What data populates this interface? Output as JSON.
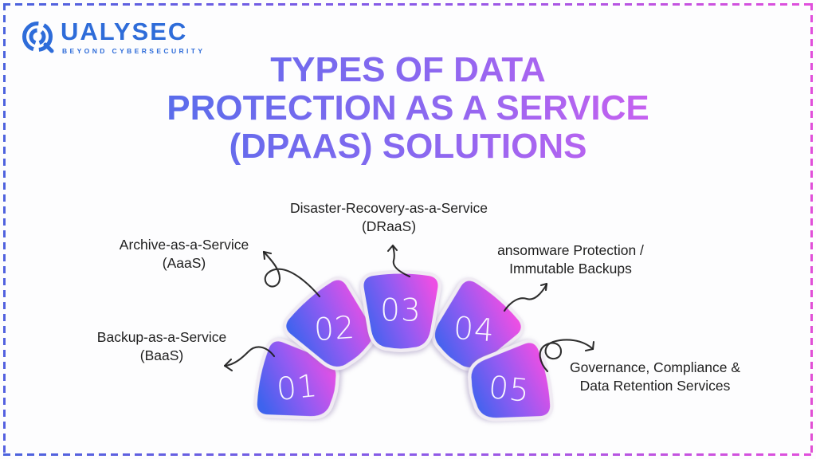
{
  "page": {
    "background": "#fdfdfe",
    "border": {
      "left_color": "#4b63dd",
      "right_color": "#e14fdc",
      "style": "dashed"
    }
  },
  "logo": {
    "brand": "QUALYSEC",
    "brand_rest": "UALYSEC",
    "tagline": "BEYOND CYBERSECURITY",
    "color": "#2e6cd9",
    "icon": "segmented-q-ring-icon"
  },
  "title": {
    "lines": [
      "TYPES OF DATA",
      "PROTECTION AS A SERVICE",
      "(DPAAS) SOLUTIONS"
    ],
    "gradient": [
      "#3b6fe8",
      "#8a68f0",
      "#f25cf0"
    ]
  },
  "diagram": {
    "shape_gradient": [
      "#3e63ee",
      "#935bf2",
      "#ec4fe4"
    ],
    "halo_color": "#f0ebf3",
    "arrow_color": "#1d1d1d",
    "items": [
      {
        "number": "01",
        "label_lines": [
          "Backup-as-a-Service",
          "(BaaS)"
        ]
      },
      {
        "number": "02",
        "label_lines": [
          "Archive-as-a-Service",
          "(AaaS)"
        ]
      },
      {
        "number": "03",
        "label_lines": [
          "Disaster-Recovery-as-a-Service",
          "(DRaaS)"
        ]
      },
      {
        "number": "04",
        "label_lines": [
          "ansomware Protection /",
          "Immutable Backups"
        ]
      },
      {
        "number": "05",
        "label_lines": [
          "Governance, Compliance &",
          "Data Retention Services"
        ]
      }
    ]
  }
}
